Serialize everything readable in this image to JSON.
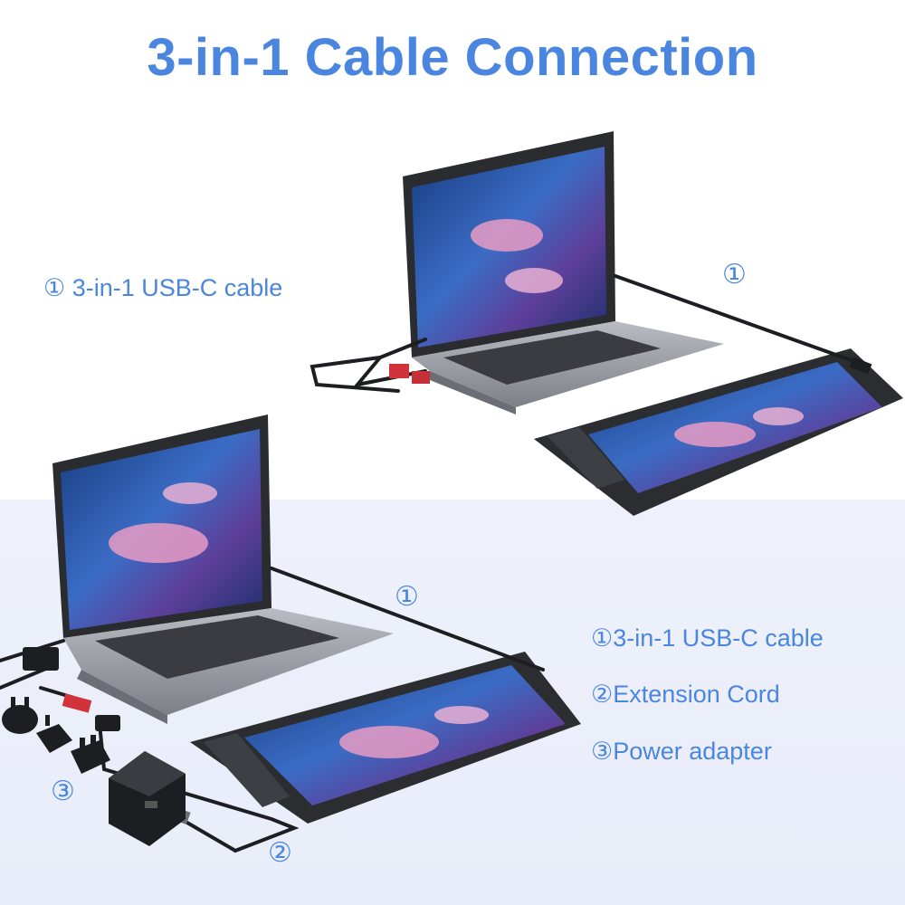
{
  "title": "3-in-1 Cable Connection",
  "colors": {
    "accent": "#4a86e0",
    "laptop_body": "#8c8f96",
    "tablet_body": "#2b2d31",
    "screen_art_1": "#1e4c9a",
    "screen_art_2": "#e79bc4"
  },
  "top_setup": {
    "caption": "① 3-in-1 USB-C cable",
    "cable_marker": "①"
  },
  "bottom_setup": {
    "cable_marker_1": "①",
    "cable_marker_2": "②",
    "cable_marker_3": "③",
    "legend": [
      {
        "label": "①3-in-1 USB-C cable"
      },
      {
        "label": "②Extension Cord"
      },
      {
        "label": "③Power adapter"
      }
    ]
  }
}
